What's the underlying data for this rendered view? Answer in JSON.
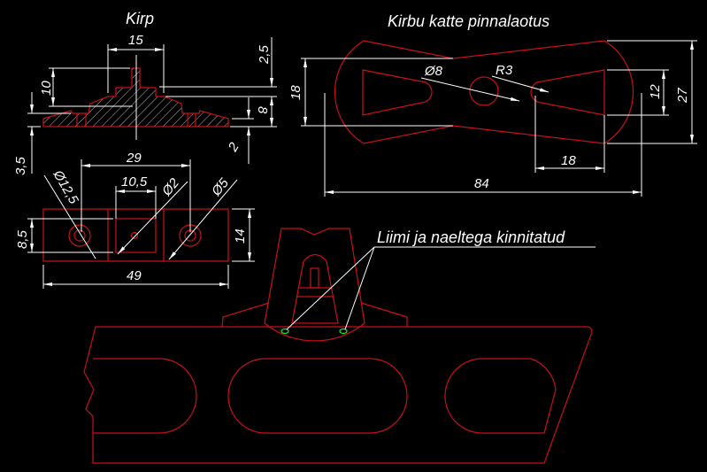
{
  "colors": {
    "background": "#000000",
    "geometry": "#c8101a",
    "dimension": "#ffffff",
    "nail": "#2ee02e"
  },
  "section_view": {
    "title": "Kirp",
    "dims": {
      "width_top": "15",
      "gap_top": "2,5",
      "stem_height": "10",
      "body_height": "8",
      "base_step": "3,5",
      "base_thin": "2"
    }
  },
  "top_view": {
    "dims": {
      "hole_spacing": "29",
      "center_width": "10,5",
      "outer_hole": "Ø12,5",
      "small_hole": "Ø2",
      "inner_hole": "Ø5",
      "inner_height": "8,5",
      "height": "14",
      "length": "49"
    }
  },
  "cover_layout": {
    "title": "Kirbu katte pinnalaotus",
    "dims": {
      "hole": "Ø8",
      "radius": "R3",
      "waist": "18",
      "slot_height": "12",
      "overall_height": "27",
      "slot_length": "18",
      "overall_length": "84"
    }
  },
  "assembly": {
    "note": "Liimi ja naeltega kinnitatud"
  }
}
